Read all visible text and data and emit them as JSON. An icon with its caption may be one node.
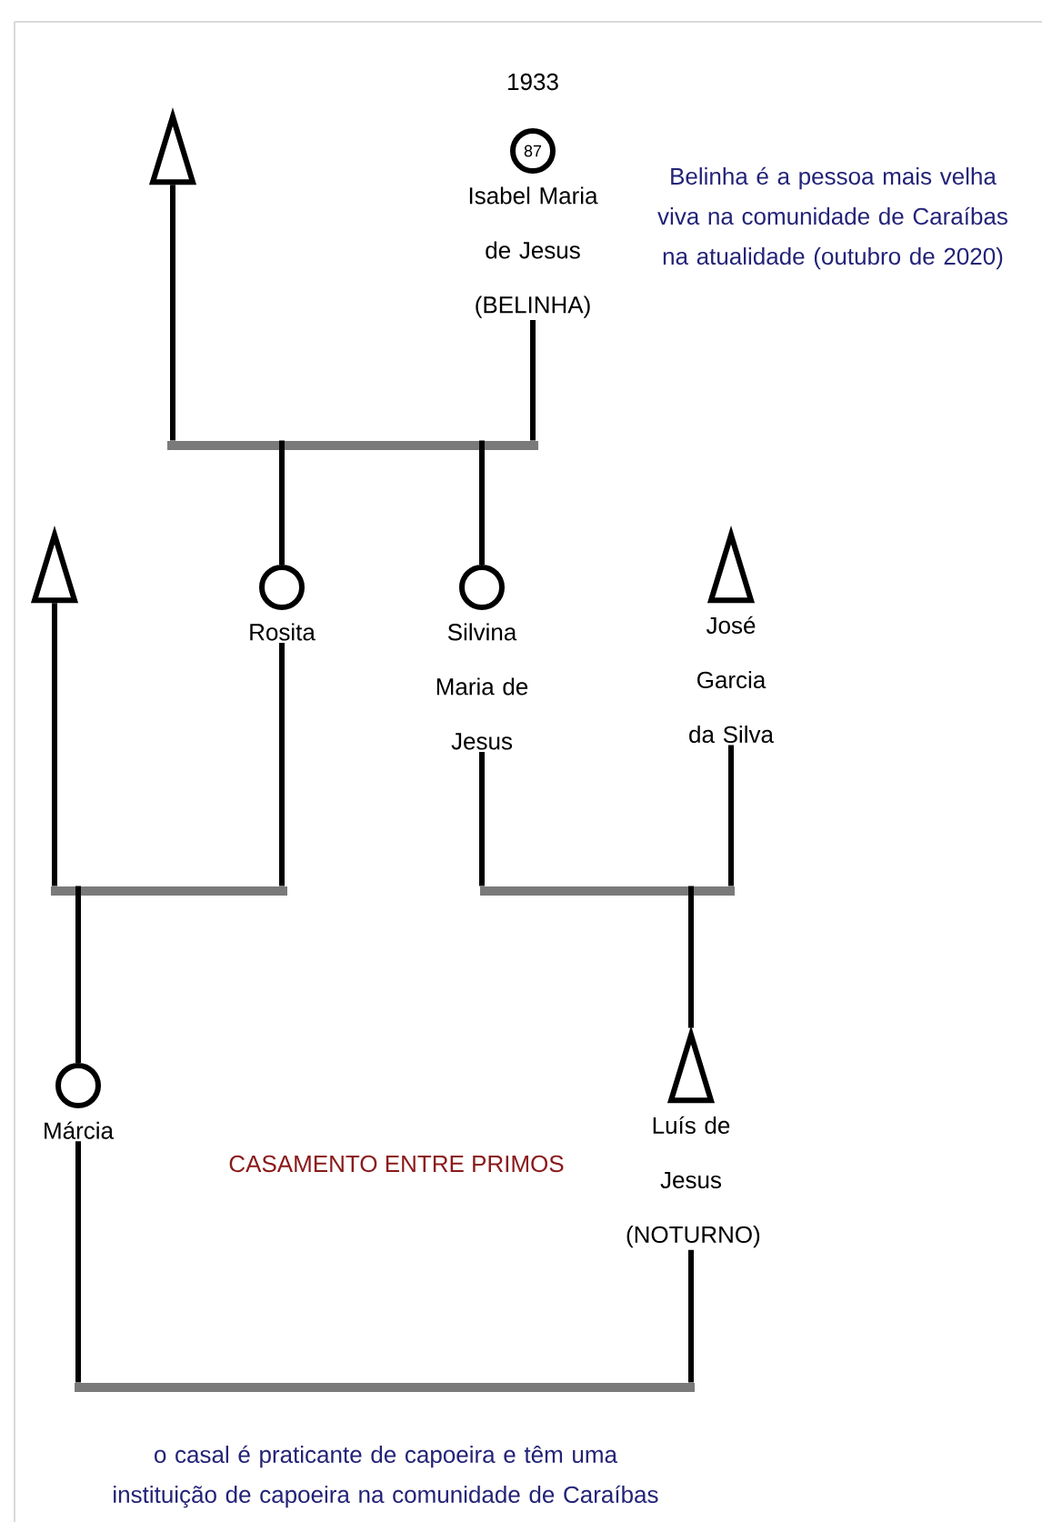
{
  "diagram": {
    "nodes": [
      {
        "text": [],
        "shape": "triangle"
      },
      {
        "text": [
          "87"
        ],
        "beside": [
          "Isabel Maria de Jesus (BELINHA)"
        ]
      },
      {
        "text": [],
        "shape": "bar"
      },
      {
        "text": [],
        "shape": "triangle"
      },
      {
        "text": [],
        "shape": "circle",
        "beside": [
          "Rosita"
        ]
      },
      {
        "text": [],
        "shape": "circle",
        "beside": [
          "Silvina Maria de Jesus"
        ]
      },
      {
        "text": [],
        "shape": "triangle",
        "beside": [
          "José Garcia da Silva"
        ]
      },
      {
        "text": [],
        "shape": "bar"
      },
      {
        "text": [],
        "shape": "bar"
      },
      {
        "text": [],
        "shape": "circle",
        "beside": [
          "Márcia"
        ]
      },
      {
        "text": [],
        "shape": "triangle",
        "beside": [
          "Luís de Jesus (NOTURNO)"
        ]
      },
      {
        "text": [],
        "shape": "bar"
      }
    ],
    "edges": [
      {
        "from": 0,
        "to": 2,
        "arrow": "none"
      },
      {
        "from": 1,
        "to": 2,
        "arrow": "none"
      },
      {
        "from": 2,
        "to": 4,
        "arrow": "none"
      },
      {
        "from": 2,
        "to": 5,
        "arrow": "none"
      },
      {
        "from": 3,
        "to": 7,
        "arrow": "none"
      },
      {
        "from": 4,
        "to": 7,
        "arrow": "none"
      },
      {
        "from": 5,
        "to": 8,
        "arrow": "none"
      },
      {
        "from": 6,
        "to": 8,
        "arrow": "none"
      },
      {
        "from": 7,
        "to": 9,
        "arrow": "none"
      },
      {
        "from": 8,
        "to": 10,
        "arrow": "none"
      },
      {
        "from": 9,
        "to": 11,
        "arrow": "none"
      },
      {
        "from": 10,
        "to": 11,
        "arrow": "none"
      }
    ],
    "labels": [
      "1933",
      "Belinha é a pessoa mais velha viva na comunidade de Caraíbas na atualidade (outubro de 2020)",
      "CASAMENTO ENTRE PRIMOS",
      "o casal é praticante de capoeira e têm uma instituição de capoeira na comunidade de Caraíbas"
    ]
  }
}
